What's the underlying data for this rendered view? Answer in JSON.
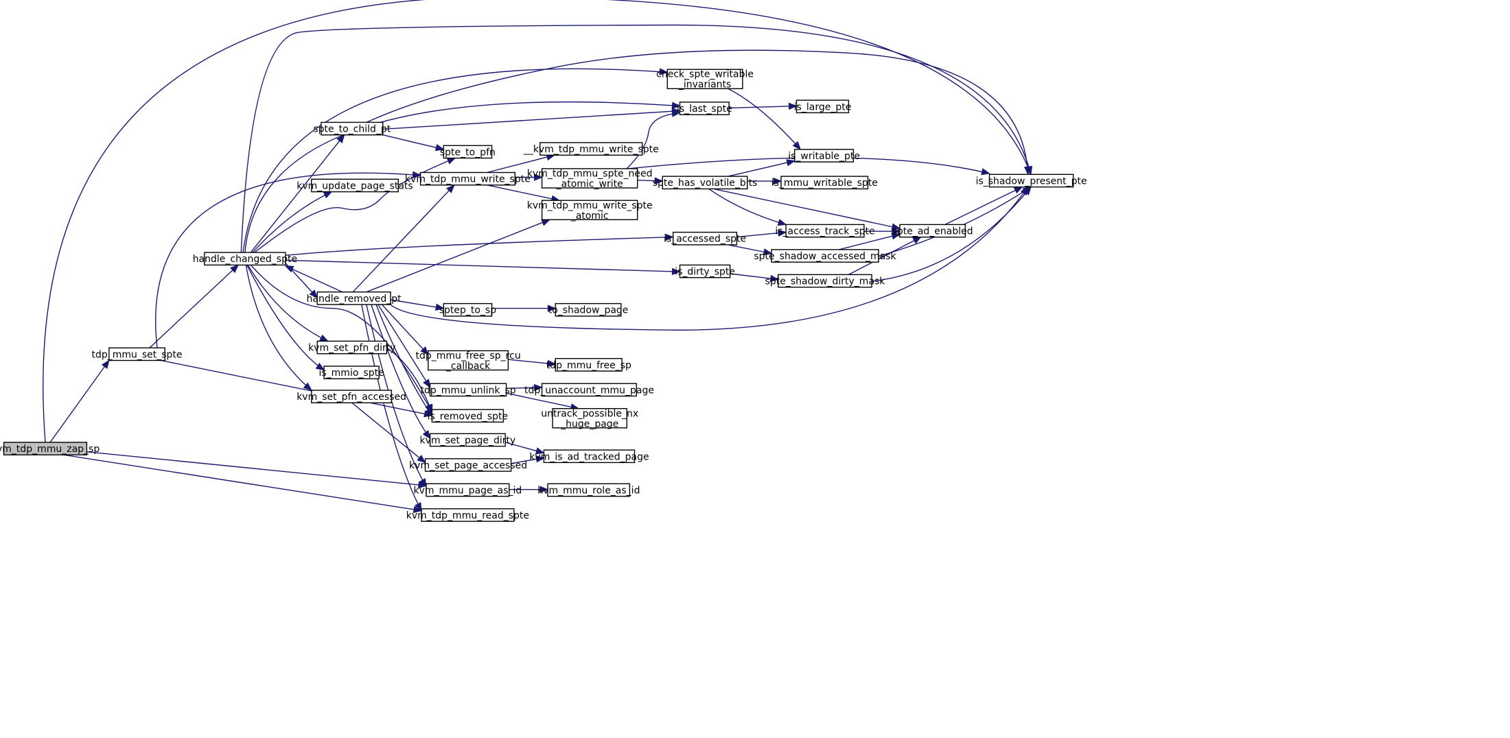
{
  "colors": {
    "edge": "#191970",
    "node_border": "#000000",
    "root_fill": "#bfbfbf",
    "node_fill": "#ffffff"
  },
  "nodes": {
    "zap": {
      "label": [
        "kvm_tdp_mmu_zap_sp"
      ],
      "root": true
    },
    "set_spte": {
      "label": [
        "tdp_mmu_set_spte"
      ]
    },
    "hcs": {
      "label": [
        "handle_changed_spte"
      ]
    },
    "hrp": {
      "label": [
        "handle_removed_pt"
      ]
    },
    "stcp": {
      "label": [
        "spte_to_child_pt"
      ]
    },
    "kups": {
      "label": [
        "kvm_update_page_stats"
      ]
    },
    "kspd": {
      "label": [
        "kvm_set_pfn_dirty"
      ]
    },
    "mmio": {
      "label": [
        "is_mmio_spte"
      ]
    },
    "kspa": {
      "label": [
        "kvm_set_pfn_accessed"
      ]
    },
    "stpfn": {
      "label": [
        "spte_to_pfn"
      ]
    },
    "kws": {
      "label": [
        "kvm_tdp_mmu_write_spte"
      ]
    },
    "sptep": {
      "label": [
        "sptep_to_sp"
      ]
    },
    "fsrcu": {
      "label": [
        "tdp_mmu_free_sp_rcu",
        "_callback"
      ]
    },
    "unlink": {
      "label": [
        "tdp_mmu_unlink_sp"
      ]
    },
    "isrm": {
      "label": [
        "is_removed_spte"
      ]
    },
    "kspgd": {
      "label": [
        "kvm_set_page_dirty"
      ]
    },
    "kspga": {
      "label": [
        "kvm_set_page_accessed"
      ]
    },
    "kmpa": {
      "label": [
        "kvm_mmu_page_as_id"
      ]
    },
    "krs": {
      "label": [
        "kvm_tdp_mmu_read_spte"
      ]
    },
    "wspte2": {
      "label": [
        "__kvm_tdp_mmu_write_spte"
      ]
    },
    "need": {
      "label": [
        "kvm_tdp_mmu_spte_need",
        "_atomic_write"
      ]
    },
    "wsa": {
      "label": [
        "kvm_tdp_mmu_write_spte",
        "_atomic"
      ]
    },
    "cswi": {
      "label": [
        "check_spte_writable",
        "_invariants"
      ]
    },
    "ils": {
      "label": [
        "is_last_spte"
      ]
    },
    "shvb": {
      "label": [
        "spte_has_volatile_bits"
      ]
    },
    "iacc": {
      "label": [
        "is_accessed_spte"
      ]
    },
    "idirty": {
      "label": [
        "is_dirty_spte"
      ]
    },
    "tsp": {
      "label": [
        "to_shadow_page"
      ]
    },
    "fsp": {
      "label": [
        "tdp_mmu_free_sp"
      ]
    },
    "unacc": {
      "label": [
        "tdp_unaccount_mmu_page"
      ]
    },
    "untrack": {
      "label": [
        "untrack_possible_nx",
        "_huge_page"
      ]
    },
    "kiatp": {
      "label": [
        "kvm_is_ad_tracked_page"
      ]
    },
    "kmrai": {
      "label": [
        "kvm_mmu_role_as_id"
      ]
    },
    "ilp": {
      "label": [
        "is_large_pte"
      ]
    },
    "iwp": {
      "label": [
        "is_writable_pte"
      ]
    },
    "imws": {
      "label": [
        "is_mmu_writable_spte"
      ]
    },
    "iats": {
      "label": [
        "is_access_track_spte"
      ]
    },
    "ssam": {
      "label": [
        "spte_shadow_accessed_mask"
      ]
    },
    "ssdm": {
      "label": [
        "spte_shadow_dirty_mask"
      ]
    },
    "sade": {
      "label": [
        "spte_ad_enabled"
      ]
    },
    "isp": {
      "label": [
        "is_shadow_present_pte"
      ]
    }
  }
}
